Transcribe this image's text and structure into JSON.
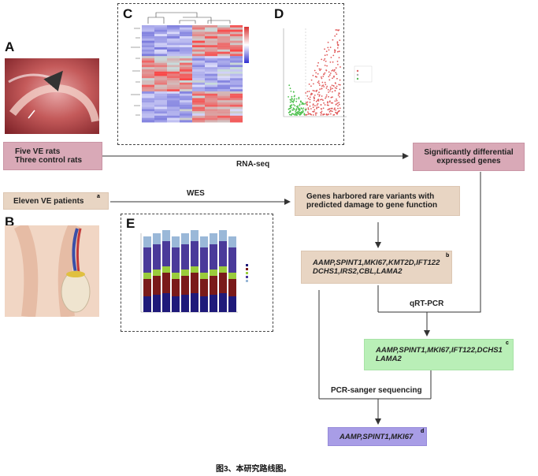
{
  "panels": {
    "a": "A",
    "b": "B",
    "c": "C",
    "d": "D",
    "e": "E"
  },
  "boxes": {
    "ve_rats_line1": "Five VE rats",
    "ve_rats_line2": "Three control rats",
    "sig_genes_line1": "Significantly differential",
    "sig_genes_line2": "expressed genes",
    "ve_patients": "Eleven VE patients",
    "ve_patients_sup": "a",
    "rare_variants_line1": "Genes harbored rare variants with",
    "rare_variants_line2": "predicted damage to gene function",
    "candidate_line1": "AAMP,SPINT1,MKI67,KMT2D,IFT122",
    "candidate_line2": "DCHS1,IRS2,CBL,LAMA2",
    "candidate_sup": "b",
    "qrt_line1": "AAMP,SPINT1,MKI67,IFT122,DCHS1",
    "qrt_line2": "LAMA2",
    "qrt_sup": "c",
    "final": "AAMP,SPINT1,MKI67",
    "final_sup": "d"
  },
  "arrow_labels": {
    "rna_seq": "RNA-seq",
    "wes": "WES",
    "qrt_pcr": "qRT-PCR",
    "sanger": "PCR-sanger sequencing"
  },
  "caption": "图3、本研究路线图。",
  "colors": {
    "pink": "#d9a9b7",
    "tan": "#e8d5c3",
    "green": "#b9efb7",
    "purple": "#a89de6"
  }
}
